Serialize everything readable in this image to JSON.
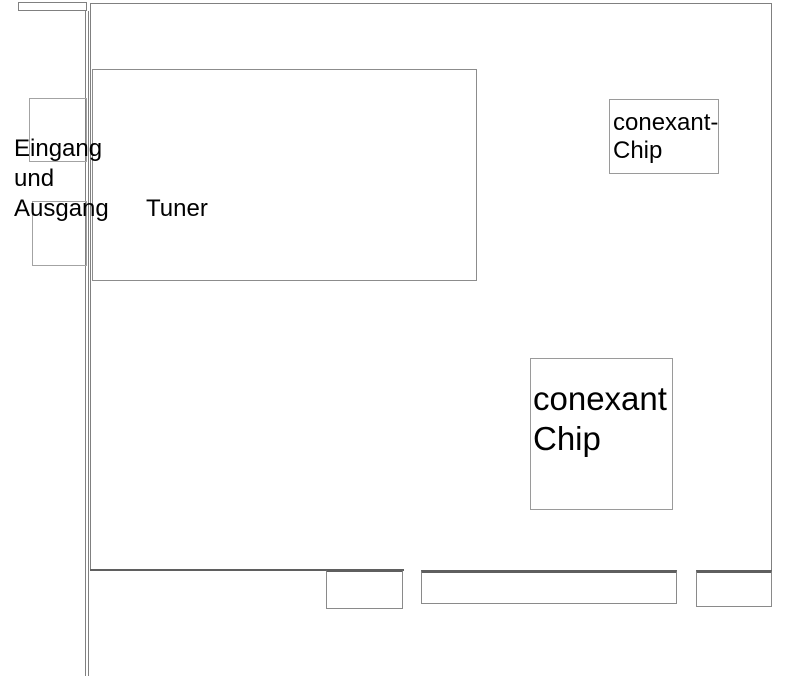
{
  "diagram": {
    "labels": {
      "io": "Eingang\nund\nAusgang",
      "tuner": "Tuner",
      "chip_small": "conexant-\nChip",
      "chip_large": "conexant\nChip"
    },
    "colors": {
      "line": "#808080",
      "line_dark": "#5f5f5f",
      "line_light": "#a3a3a3",
      "text": "#000000",
      "bg": "#ffffff"
    }
  }
}
